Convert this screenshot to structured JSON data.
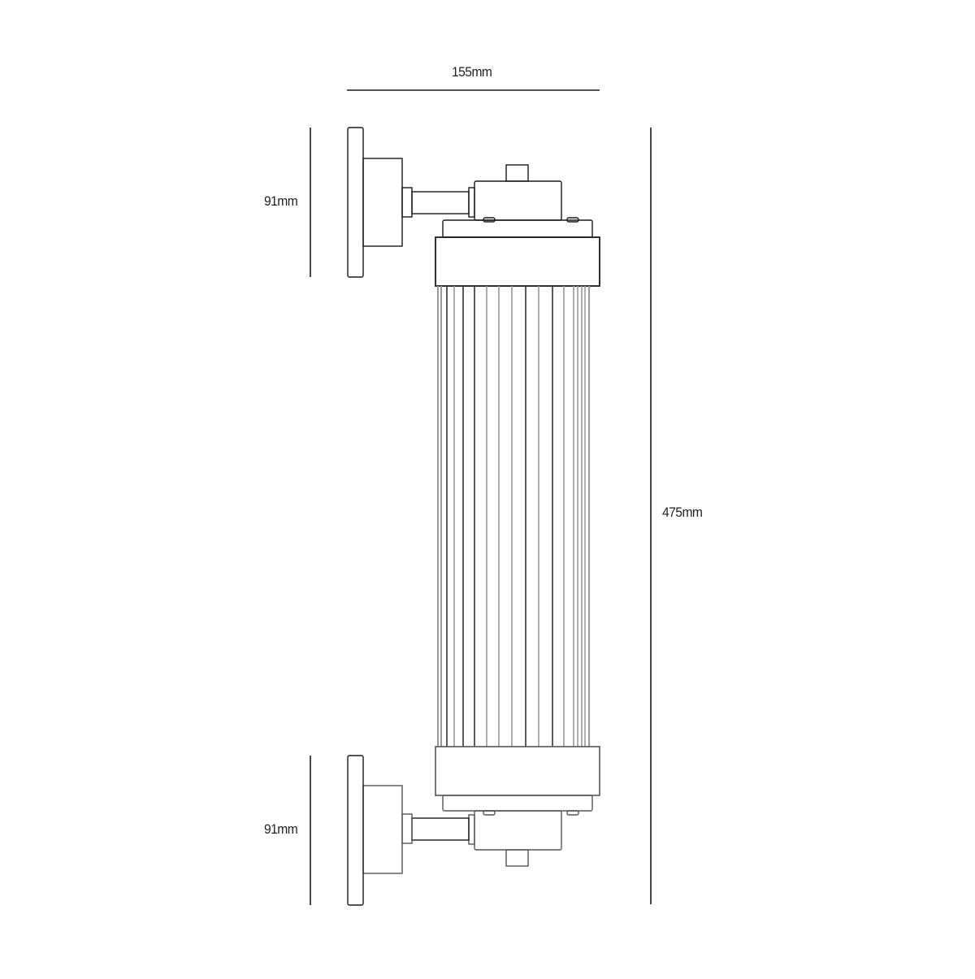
{
  "drawing": {
    "subject": "wall-light-ribbed-glass-tube",
    "view": "side elevation",
    "line_color": "#1a1a1a",
    "rib_colors": {
      "dark": "#333333",
      "light": "#9a9a9a"
    }
  },
  "dimensions": {
    "width": {
      "label": "155mm",
      "value_mm": 155
    },
    "height": {
      "label": "475mm",
      "value_mm": 475
    },
    "top_backplate": {
      "label": "91mm",
      "value_mm": 91
    },
    "bottom_backplate": {
      "label": "91mm",
      "value_mm": 91
    }
  }
}
